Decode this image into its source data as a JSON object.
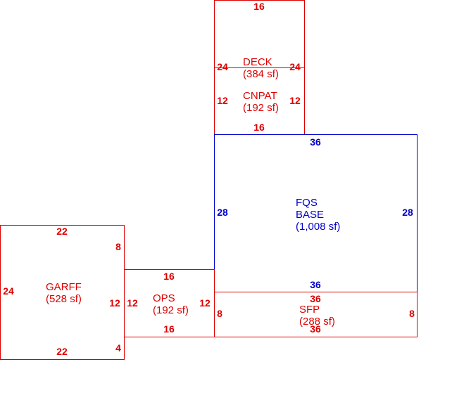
{
  "colors": {
    "red": "#dd0000",
    "blue": "#0000cc",
    "background": "#ffffff"
  },
  "areas": {
    "deck": {
      "name": "DECK",
      "area": "(384 sf)",
      "dims": {
        "top": "16",
        "left": "24",
        "right": "24"
      }
    },
    "cnpat": {
      "name": "CNPAT",
      "area": "(192 sf)",
      "dims": {
        "left": "12",
        "right": "12",
        "bottom": "16"
      }
    },
    "fqs": {
      "name": "FQS",
      "name2": "BASE",
      "area": "(1,008 sf)",
      "dims": {
        "top": "36",
        "left": "28",
        "right": "28",
        "bottom": "36"
      }
    },
    "garff": {
      "name": "GARFF",
      "area": "(528 sf)",
      "dims": {
        "top": "22",
        "left": "24",
        "right_upper": "8",
        "right_mid": "12",
        "right_lower": "4",
        "bottom": "22"
      }
    },
    "ops": {
      "name": "OPS",
      "area": "(192 sf)",
      "dims": {
        "top": "16",
        "left": "12",
        "right": "12",
        "bottom": "16"
      }
    },
    "sfp": {
      "name": "SFP",
      "area": "(288 sf)",
      "dims": {
        "top": "36",
        "left": "8",
        "right": "8",
        "bottom": "36"
      }
    }
  }
}
